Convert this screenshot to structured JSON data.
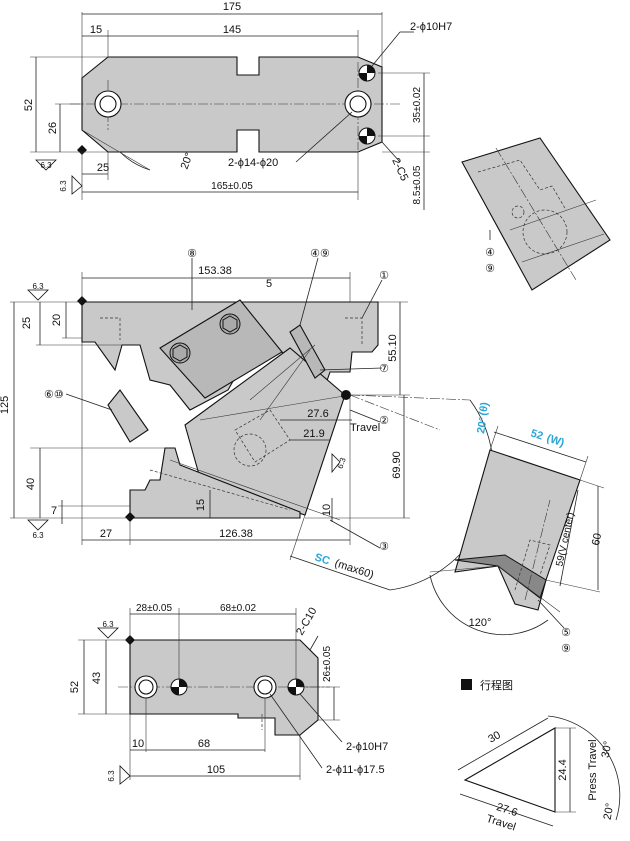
{
  "top_view": {
    "dim_175": "175",
    "dim_145": "145",
    "dim_15": "15",
    "dim_52": "52",
    "dim_26": "26",
    "dim_25": "25",
    "dim_165": "165±0.05",
    "dim_35": "35±0.02",
    "dim_85": "8.5±0.05",
    "angle_20": "20°",
    "label_hole_h7": "2-ϕ10H7",
    "label_hole_cb": "2-ϕ14-ϕ20",
    "label_c5": "2-C5",
    "rough_63a": "6.3",
    "rough_63b": "6.3"
  },
  "side_view": {
    "dim_15338": "153.38",
    "dim_5": "5",
    "dim_25": "25",
    "dim_20": "20",
    "dim_125": "125",
    "dim_40": "40",
    "dim_7": "7",
    "dim_27": "27",
    "dim_12638": "126.38",
    "dim_15": "15",
    "dim_10": "10",
    "dim_276": "27.6",
    "dim_219": "21.9",
    "dim_5510": "55.10",
    "dim_6990": "69.90",
    "label_travel": "Travel",
    "label_sc": "SC",
    "label_sc_max": "(max60)",
    "angle_20": "20°",
    "angle_theta": "(θ)",
    "rough_63a": "6.3",
    "rough_63b": "6.3",
    "rough_63c": "6.3",
    "callout_8": "⑧",
    "callout_49": "④⑨",
    "callout_1": "①",
    "callout_610": "⑥⑩",
    "callout_7": "⑦",
    "callout_2": "②",
    "callout_3": "③"
  },
  "detail_view": {
    "callout_4": "④",
    "callout_9": "⑨"
  },
  "v_view": {
    "dim_52": "52",
    "dim_w": "(W)",
    "dim_59": "59(V center)",
    "dim_60": "60",
    "angle_120": "120°",
    "callout_5": "⑤",
    "callout_9": "⑨"
  },
  "bottom_view": {
    "dim_28": "28±0.05",
    "dim_68t": "68±0.02",
    "dim_52": "52",
    "dim_43": "43",
    "dim_26": "26±0.05",
    "dim_10": "10",
    "dim_68": "68",
    "dim_105": "105",
    "label_c10": "2-C10",
    "label_h7": "2-ϕ10H7",
    "label_cb": "2-ϕ11-ϕ17.5",
    "rough_63a": "6.3",
    "rough_63b": "6.3"
  },
  "stroke_diagram": {
    "legend": "行程图",
    "dim_30": "30",
    "dim_244": "24.4",
    "dim_276": "27.6",
    "label_press": "Press Travel",
    "label_travel": "Travel",
    "angle_30": "30°",
    "angle_20": "20°"
  },
  "colors": {
    "part_fill": "#c9c9c9",
    "accent": "#2aa5d8"
  }
}
